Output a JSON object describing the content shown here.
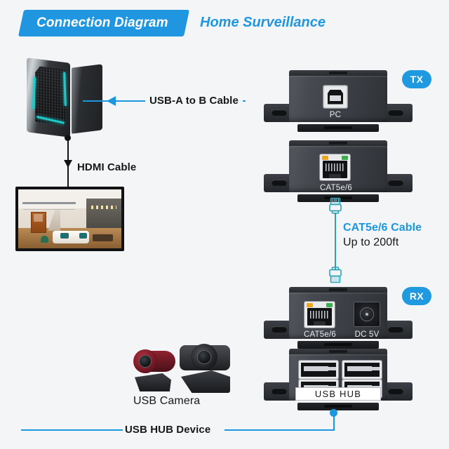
{
  "header": {
    "banner_label": "Connection Diagram",
    "subtitle": "Home Surveillance",
    "banner_color": "#2196e0",
    "subtitle_color": "#2196e0"
  },
  "badges": {
    "tx": "TX",
    "rx": "RX",
    "badge_color": "#1f9ae0"
  },
  "devices": {
    "tx_pc_unit": {
      "port_label": "PC",
      "port_type": "usb-b"
    },
    "tx_lan_unit": {
      "port_label": "CAT5e/6",
      "port_type": "rj45"
    },
    "rx_unit": {
      "lan_port_label": "CAT5e/6",
      "power_port_label": "DC 5V",
      "port_type": "rj45"
    },
    "usb_hub_unit": {
      "label": "USB HUB",
      "port_count": 4,
      "port_type": "usb-a"
    }
  },
  "cables": {
    "usb_ab": {
      "label": "USB-A to B Cable",
      "color": "#1b97e0"
    },
    "hdmi": {
      "label": "HDMI Cable",
      "color": "#111214"
    },
    "cat5e": {
      "label": "CAT5e/6 Cable",
      "sub_label": "Up to 200ft",
      "color": "#2aa3b8",
      "label_color": "#1b97e0"
    },
    "usb_hub_device": {
      "label": "USB HUB Device",
      "color": "#1b97e0"
    }
  },
  "peripherals": {
    "pc": {
      "name": "gaming-pc-tower"
    },
    "monitor": {
      "name": "monitor-living-room"
    },
    "cameras": {
      "label": "USB Camera",
      "count": 2
    }
  }
}
